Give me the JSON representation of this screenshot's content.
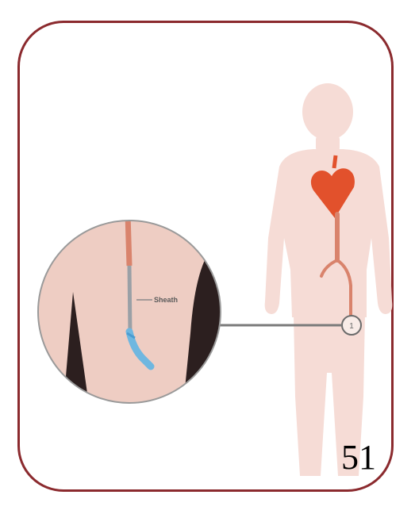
{
  "illustration": {
    "callout_label": "Sheath",
    "marker_label": "1",
    "colors": {
      "frame": "#8b2a2e",
      "body": "#f6dcd6",
      "zoom_skin": "#eecdc3",
      "heart": "#e2512c",
      "artery": "#d9836c",
      "catheter": "#6fb7e0",
      "tissue_dark": "#2c1f1f"
    }
  },
  "page": {
    "number": "51"
  }
}
